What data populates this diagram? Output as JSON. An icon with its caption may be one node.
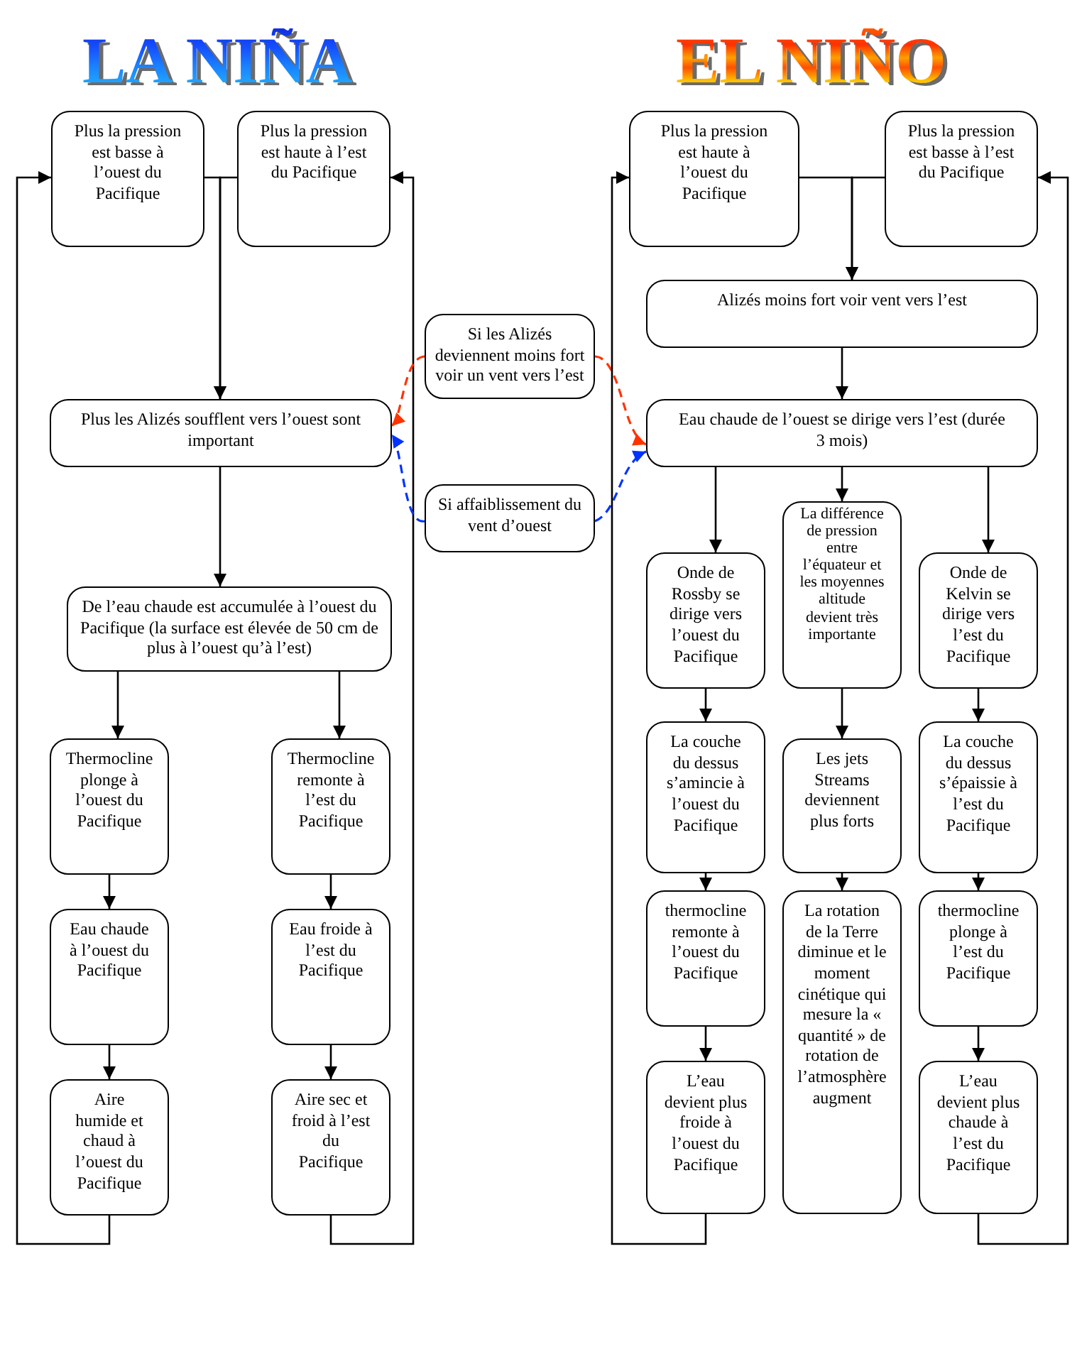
{
  "diagram": {
    "nodes": [
      {
        "text": [
          "Plus la pression est basse à l’ouest du Pacifique"
        ]
      },
      {
        "text": [
          "Plus la pression est haute à l’est du Pacifique"
        ]
      },
      {
        "text": [
          "Plus les Alizés soufflent vers l’ouest sont important"
        ]
      },
      {
        "text": [
          "De l’eau chaude est accumulée à l’ouest du Pacifique (la surface est élevée de 50 cm de plus à l’ouest qu’à l’est)"
        ]
      },
      {
        "text": [
          "Thermocline plonge à l’ouest du Pacifique"
        ]
      },
      {
        "text": [
          "Thermocline remonte à l’est du Pacifique"
        ]
      },
      {
        "text": [
          "Eau chaude à l’ouest du Pacifique"
        ]
      },
      {
        "text": [
          "Eau froide à l’est du Pacifique"
        ]
      },
      {
        "text": [
          "Aire humide et chaud à l’ouest du Pacifique"
        ]
      },
      {
        "text": [
          "Aire sec et froid à l’est du Pacifique"
        ]
      },
      {
        "text": [
          "Si les Alizés deviennent moins fort voir un vent vers l’est"
        ]
      },
      {
        "text": [
          "Si affaiblissement du vent d’ouest"
        ]
      },
      {
        "text": [
          "Plus la pression est haute à l’ouest du Pacifique"
        ]
      },
      {
        "text": [
          "Plus la pression est basse à l’est du Pacifique"
        ]
      },
      {
        "text": [
          "Alizés moins fort voir vent vers l’est"
        ]
      },
      {
        "text": [
          "Eau chaude de l’ouest se dirige vers l’est (durée 3 mois)"
        ]
      },
      {
        "text": [
          "Onde de Rossby se dirige vers l’ouest du Pacifique"
        ]
      },
      {
        "text": [
          "La différence de pression entre l’équateur et les moyennes altitude devient très importante"
        ]
      },
      {
        "text": [
          "Onde de Kelvin se dirige vers l’est du Pacifique"
        ]
      },
      {
        "text": [
          "La couche du dessus s’amincie à l’ouest du Pacifique"
        ]
      },
      {
        "text": [
          "Les jets Streams deviennent plus forts"
        ]
      },
      {
        "text": [
          "La couche du dessus s’épaissie à l’est du Pacifique"
        ]
      },
      {
        "text": [
          "thermocline remonte à l’ouest du Pacifique"
        ]
      },
      {
        "text": [
          "La rotation de la Terre diminue et le moment cinétique qui mesure la « quantité » de rotation de l’atmosphère augment"
        ]
      },
      {
        "text": [
          "thermocline plonge à l’est du Pacifique"
        ]
      },
      {
        "text": [
          "L’eau devient plus froide à l’ouest du Pacifique"
        ]
      },
      {
        "text": [
          "L’eau devient plus chaude à l’est du Pacifique"
        ]
      }
    ],
    "edges": [
      {
        "from": 0,
        "to": 2,
        "arrow": "to"
      },
      {
        "from": 1,
        "to": 2,
        "arrow": "to"
      },
      {
        "from": 2,
        "to": 3,
        "arrow": "to"
      },
      {
        "from": 3,
        "to": 4,
        "arrow": "to"
      },
      {
        "from": 3,
        "to": 5,
        "arrow": "to"
      },
      {
        "from": 4,
        "to": 6,
        "arrow": "to"
      },
      {
        "from": 6,
        "to": 8,
        "arrow": "to"
      },
      {
        "from": 5,
        "to": 7,
        "arrow": "to"
      },
      {
        "from": 7,
        "to": 9,
        "arrow": "to"
      },
      {
        "from": 8,
        "to": 0,
        "arrow": "to"
      },
      {
        "from": 9,
        "to": 1,
        "arrow": "to"
      },
      {
        "from": 10,
        "to": 2,
        "arrow": "to",
        "style": "dashed",
        "color": "#ff3300"
      },
      {
        "from": 10,
        "to": 15,
        "arrow": "to",
        "style": "dashed",
        "color": "#ff3300"
      },
      {
        "from": 11,
        "to": 2,
        "arrow": "to",
        "style": "dashed",
        "color": "#0033ff"
      },
      {
        "from": 11,
        "to": 15,
        "arrow": "to",
        "style": "dashed",
        "color": "#0033ff"
      },
      {
        "from": 12,
        "to": 14,
        "arrow": "to"
      },
      {
        "from": 13,
        "to": 14,
        "arrow": "to"
      },
      {
        "from": 14,
        "to": 15,
        "arrow": "to"
      },
      {
        "from": 15,
        "to": 16,
        "arrow": "to"
      },
      {
        "from": 15,
        "to": 17,
        "arrow": "to"
      },
      {
        "from": 15,
        "to": 18,
        "arrow": "to"
      },
      {
        "from": 16,
        "to": 19,
        "arrow": "to"
      },
      {
        "from": 19,
        "to": 22,
        "arrow": "to"
      },
      {
        "from": 22,
        "to": 25,
        "arrow": "to"
      },
      {
        "from": 17,
        "to": 20,
        "arrow": "to"
      },
      {
        "from": 20,
        "to": 23,
        "arrow": "to"
      },
      {
        "from": 18,
        "to": 21,
        "arrow": "to"
      },
      {
        "from": 21,
        "to": 24,
        "arrow": "to"
      },
      {
        "from": 24,
        "to": 26,
        "arrow": "to"
      },
      {
        "from": 25,
        "to": 12,
        "arrow": "to"
      },
      {
        "from": 26,
        "to": 13,
        "arrow": "to"
      }
    ],
    "labels": [
      "LA NIÑA",
      "EL NIÑO"
    ]
  }
}
